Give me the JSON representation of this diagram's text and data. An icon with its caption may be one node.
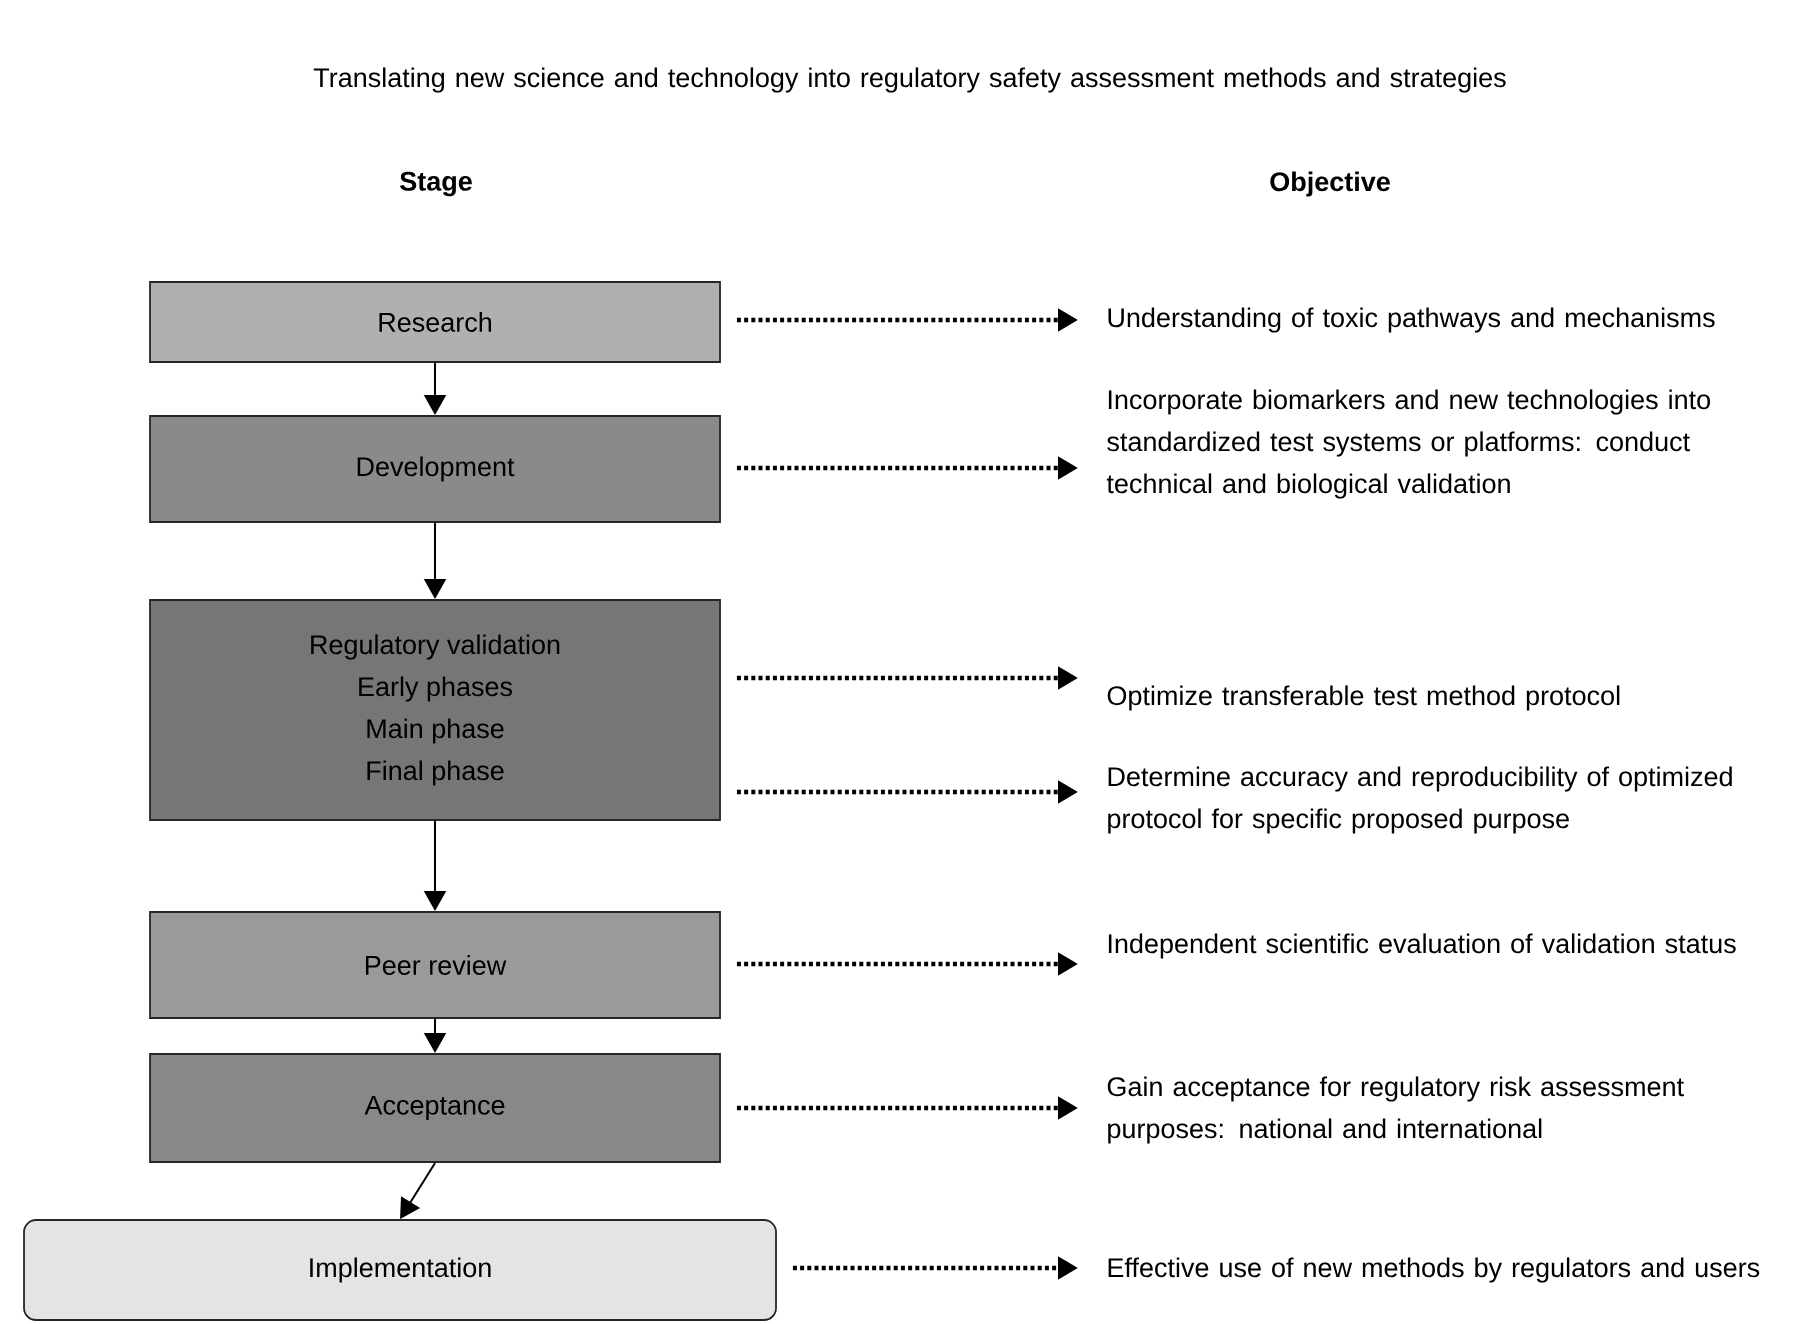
{
  "diagram": {
    "title": "Translating new science and technology into regulatory safety assessment methods and strategies",
    "nodes": [
      {
        "text": [
          "Research"
        ]
      },
      {
        "text": [
          "Development"
        ]
      },
      {
        "text": [
          "Regulatory validation",
          "Early phases",
          "Main phase",
          "Final phase"
        ]
      },
      {
        "text": [
          "Peer review"
        ]
      },
      {
        "text": [
          "Acceptance"
        ]
      },
      {
        "text": [
          "Implementation"
        ]
      },
      {
        "text": [
          "Understanding of toxic pathways and mechanisms"
        ]
      },
      {
        "text": [
          "Incorporate biomarkers and new technologies into standardized test systems or platforms: conduct technical and biological validation"
        ]
      },
      {
        "text": [
          "Optimize transferable test method protocol"
        ]
      },
      {
        "text": [
          "Determine accuracy and reproducibility of optimized protocol for specific proposed purpose"
        ]
      },
      {
        "text": [
          "Independent scientific evaluation of validation status"
        ]
      },
      {
        "text": [
          "Gain acceptance for regulatory risk assessment purposes: national and international"
        ]
      },
      {
        "text": [
          "Effective use of new methods by regulators and users"
        ]
      }
    ],
    "edges": [
      {
        "from": 0,
        "to": 1,
        "arrow": "to"
      },
      {
        "from": 1,
        "to": 2,
        "arrow": "to"
      },
      {
        "from": 2,
        "to": 3,
        "arrow": "to"
      },
      {
        "from": 3,
        "to": 4,
        "arrow": "to"
      },
      {
        "from": 4,
        "to": 5,
        "arrow": "to"
      },
      {
        "from": 0,
        "to": 6,
        "arrow": "to",
        "style": "dashed"
      },
      {
        "from": 1,
        "to": 7,
        "arrow": "to",
        "style": "dashed"
      },
      {
        "from": 2,
        "to": 8,
        "arrow": "to",
        "style": "dashed"
      },
      {
        "from": 2,
        "to": 9,
        "arrow": "to",
        "style": "dashed"
      },
      {
        "from": 3,
        "to": 10,
        "arrow": "to",
        "style": "dashed"
      },
      {
        "from": 4,
        "to": 11,
        "arrow": "to",
        "style": "dashed"
      },
      {
        "from": 5,
        "to": 12,
        "arrow": "to",
        "style": "dashed"
      }
    ],
    "labels": [
      "Stage",
      "Objective"
    ]
  }
}
